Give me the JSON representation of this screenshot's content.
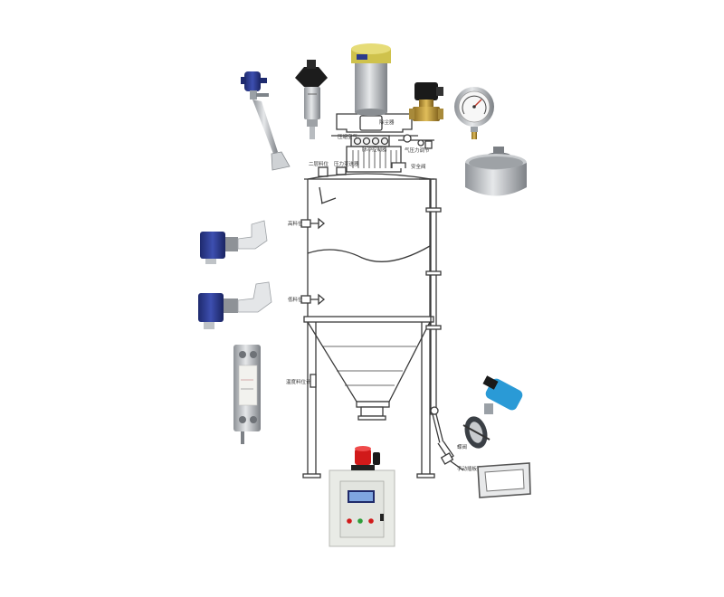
{
  "labels": {
    "dust_filter": "除尘器",
    "air_pulse": "压缩空气",
    "pulse_controller": "脉冲控制器",
    "air_inlet": "气压力调节",
    "level_top": "二层料位",
    "pressure_sensor": "压力变送器",
    "safety_valve": "安全阀",
    "level_high": "高料位",
    "level_low": "低料位",
    "sensor_mid": "温度料位计",
    "butterfly_valve": "蝶阀",
    "manual_gate": "手动插板阀"
  },
  "colors": {
    "outline": "#3a3a3a",
    "device_blue": "#2b3a8c",
    "metal": "#b9bcc0",
    "beacon_red": "#d11a1a",
    "panel": "#e9ebe6",
    "valve_blue": "#2a9ad6"
  },
  "icons": {
    "paddle_switch": "paddle-level-switch-icon",
    "pressure_transmitter": "pressure-transmitter-icon",
    "dust_collector": "cartridge-filter-icon",
    "solenoid_valve": "solenoid-valve-icon",
    "pressure_gauge": "pressure-gauge-icon",
    "relief_valve": "pressure-relief-valve-icon",
    "rotary_level": "rotary-level-switch-icon",
    "load_cell": "load-cell-icon",
    "butterfly_valve": "pneumatic-butterfly-valve-icon",
    "slide_gate": "slide-gate-icon",
    "control_cabinet": "control-cabinet-icon",
    "beacon": "alarm-beacon-icon"
  }
}
